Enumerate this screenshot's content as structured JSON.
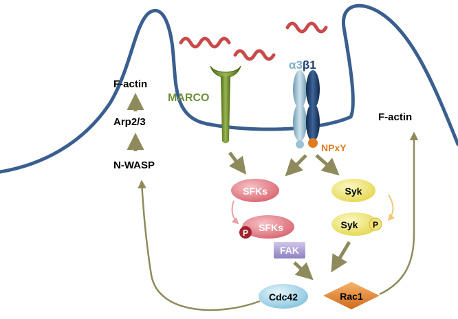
{
  "labels": {
    "marco": "MARCO",
    "alpha": "α3",
    "beta": "β1",
    "npxy": "NPxY",
    "f_actin_left": "F-actin",
    "arp": "Arp2/3",
    "nwasp": "N-WASP",
    "f_actin_right": "F-actin",
    "sfks": "SFKs",
    "sfks_p": "SFKs",
    "p_sfks": "P",
    "syk": "Syk",
    "syk_p": "Syk",
    "p_syk": "P",
    "fak": "FAK",
    "cdc42": "Cdc42",
    "rac1": "Rac1"
  },
  "colors": {
    "membrane": "#3a5f8f",
    "ligand": "#c94a4a",
    "marco": "#6b8e23",
    "marco_text": "#6e8f3a",
    "alpha3": "#9cc2d6",
    "beta1": "#1f3e6e",
    "npxy": "#e07a1f",
    "arrow": "#8f8a5c",
    "sfks": "#e07f87",
    "syk": "#efe678",
    "fak": "#a99ccf",
    "cdc42": "#a9d8ec",
    "rac1": "#e08a3a",
    "phospho": "#a0232d"
  }
}
